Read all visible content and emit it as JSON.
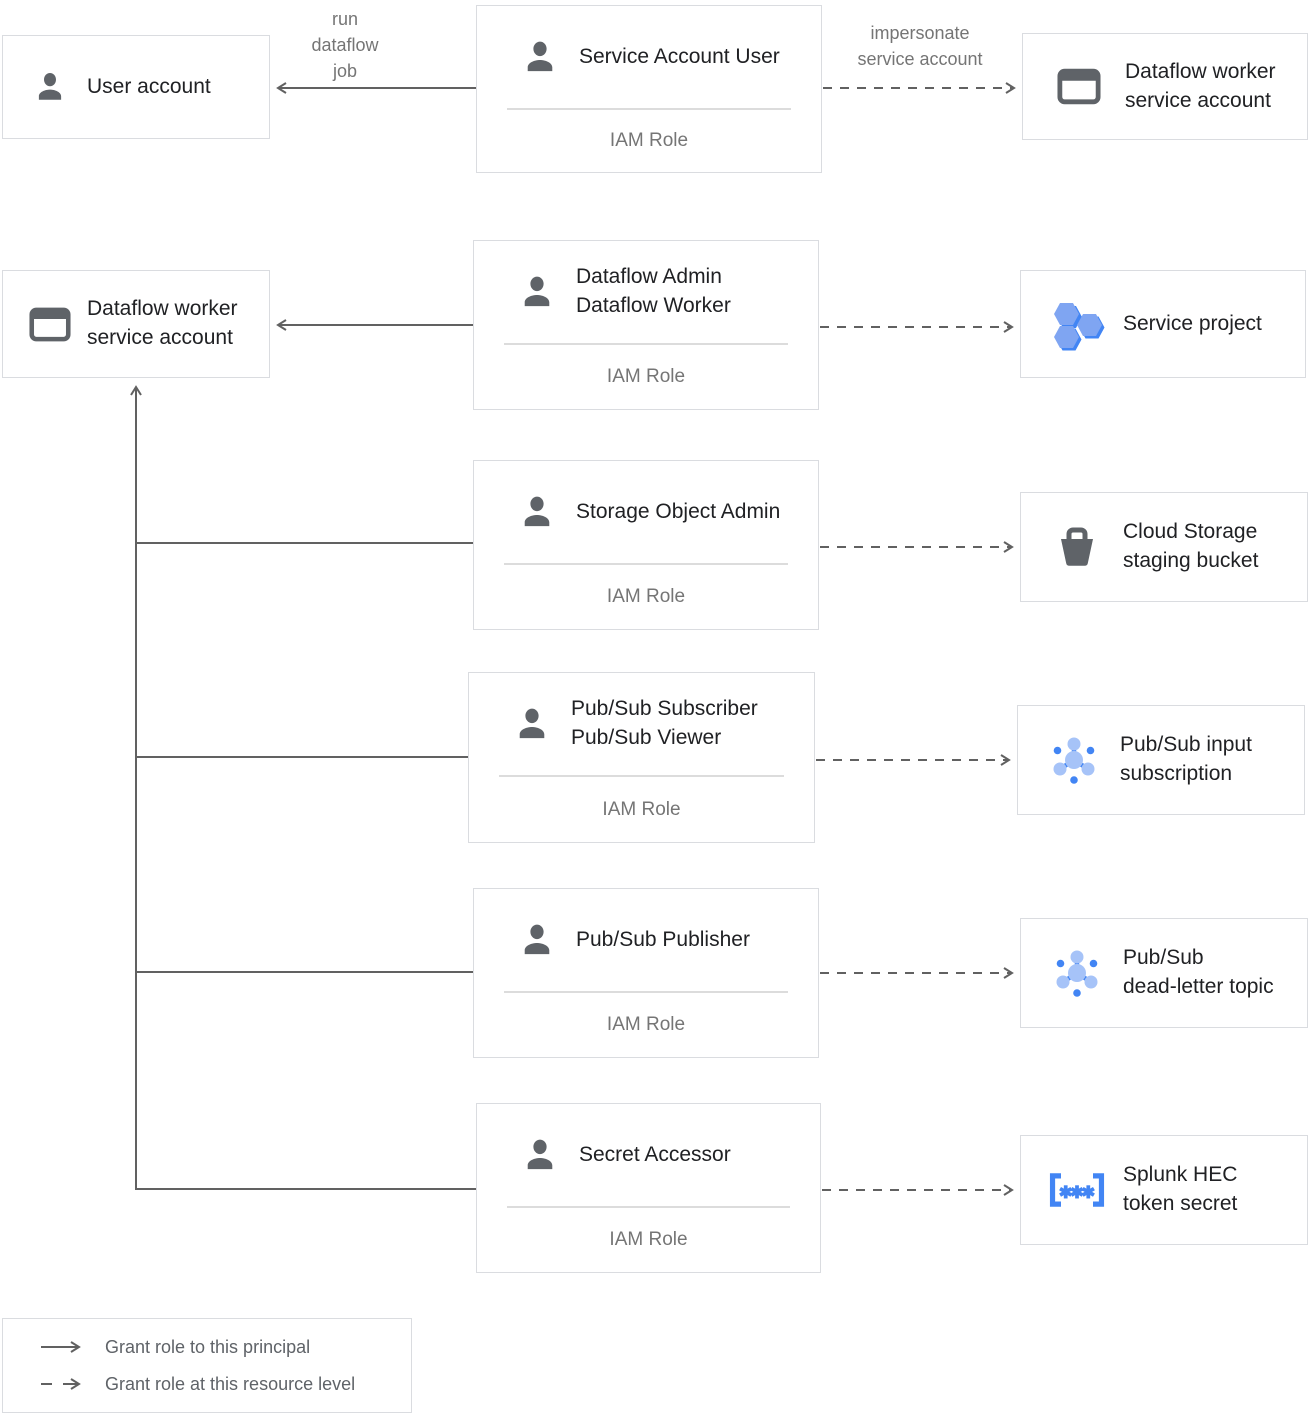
{
  "colors": {
    "line": "#616161",
    "box_border": "#dadce0",
    "text_primary": "#202124",
    "text_muted": "#757575",
    "icon_gray": "#5f6368",
    "accent_blue": "#4285f4",
    "light_blue": "#a6c3f8",
    "hex_blue": "#7fa5f2"
  },
  "edges": {
    "run_dataflow_job": "run\ndataflow\njob",
    "impersonate_service_account": "impersonate\nservice account"
  },
  "entities": {
    "user_account": {
      "label": "User account",
      "icon": "person-icon"
    },
    "dataflow_worker_sa_top": {
      "label": "Dataflow worker\nservice account",
      "icon": "service-account-icon"
    },
    "dataflow_worker_sa_left": {
      "label": "Dataflow worker\nservice account",
      "icon": "service-account-icon"
    }
  },
  "roles": [
    {
      "title": "Service Account User",
      "sub": "IAM Role"
    },
    {
      "title": "Dataflow Admin\nDataflow Worker",
      "sub": "IAM Role"
    },
    {
      "title": "Storage Object Admin",
      "sub": "IAM Role"
    },
    {
      "title": "Pub/Sub Subscriber\nPub/Sub Viewer",
      "sub": "IAM Role"
    },
    {
      "title": "Pub/Sub Publisher",
      "sub": "IAM Role"
    },
    {
      "title": "Secret Accessor",
      "sub": "IAM Role"
    }
  ],
  "resources": [
    {
      "label": "Service project",
      "icon": "service-project-icon"
    },
    {
      "label": "Cloud Storage\nstaging bucket",
      "icon": "storage-bucket-icon"
    },
    {
      "label": "Pub/Sub input\nsubscription",
      "icon": "pubsub-icon"
    },
    {
      "label": "Pub/Sub\ndead-letter topic",
      "icon": "pubsub-icon"
    },
    {
      "label": "Splunk HEC\ntoken secret",
      "icon": "secret-icon"
    }
  ],
  "legend": {
    "solid_label": "Grant role to this principal",
    "dashed_label": "Grant role at this resource level"
  }
}
